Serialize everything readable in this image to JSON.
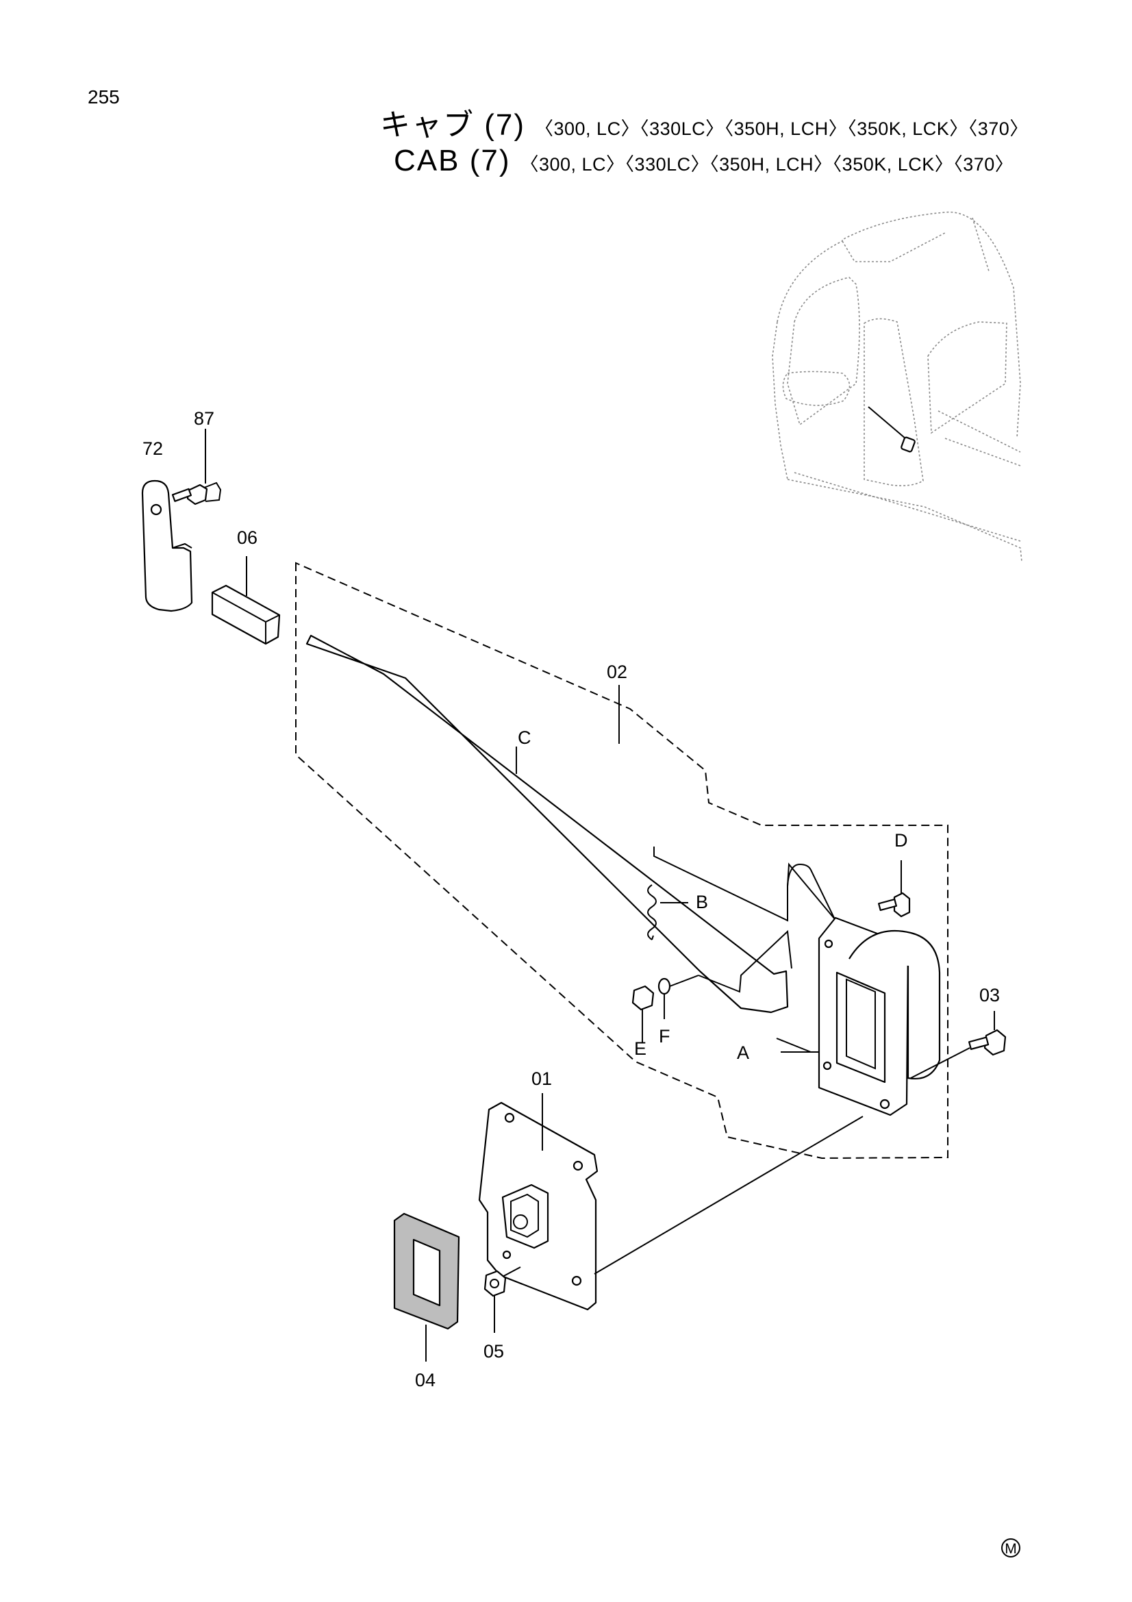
{
  "page_number": "255",
  "title": {
    "jp": "キャブ (7)",
    "en": "CAB (7)",
    "models": "〈300, LC〉〈330LC〉〈350H, LCH〉〈350K, LCK〉〈370〉"
  },
  "callouts": {
    "p87": "87",
    "p72": "72",
    "p06": "06",
    "p02": "02",
    "pC": "C",
    "pD": "D",
    "pB": "B",
    "p03": "03",
    "pE": "E",
    "pF": "F",
    "pA": "A",
    "p01": "01",
    "p05": "05",
    "p04": "04"
  },
  "maker_mark": "M"
}
